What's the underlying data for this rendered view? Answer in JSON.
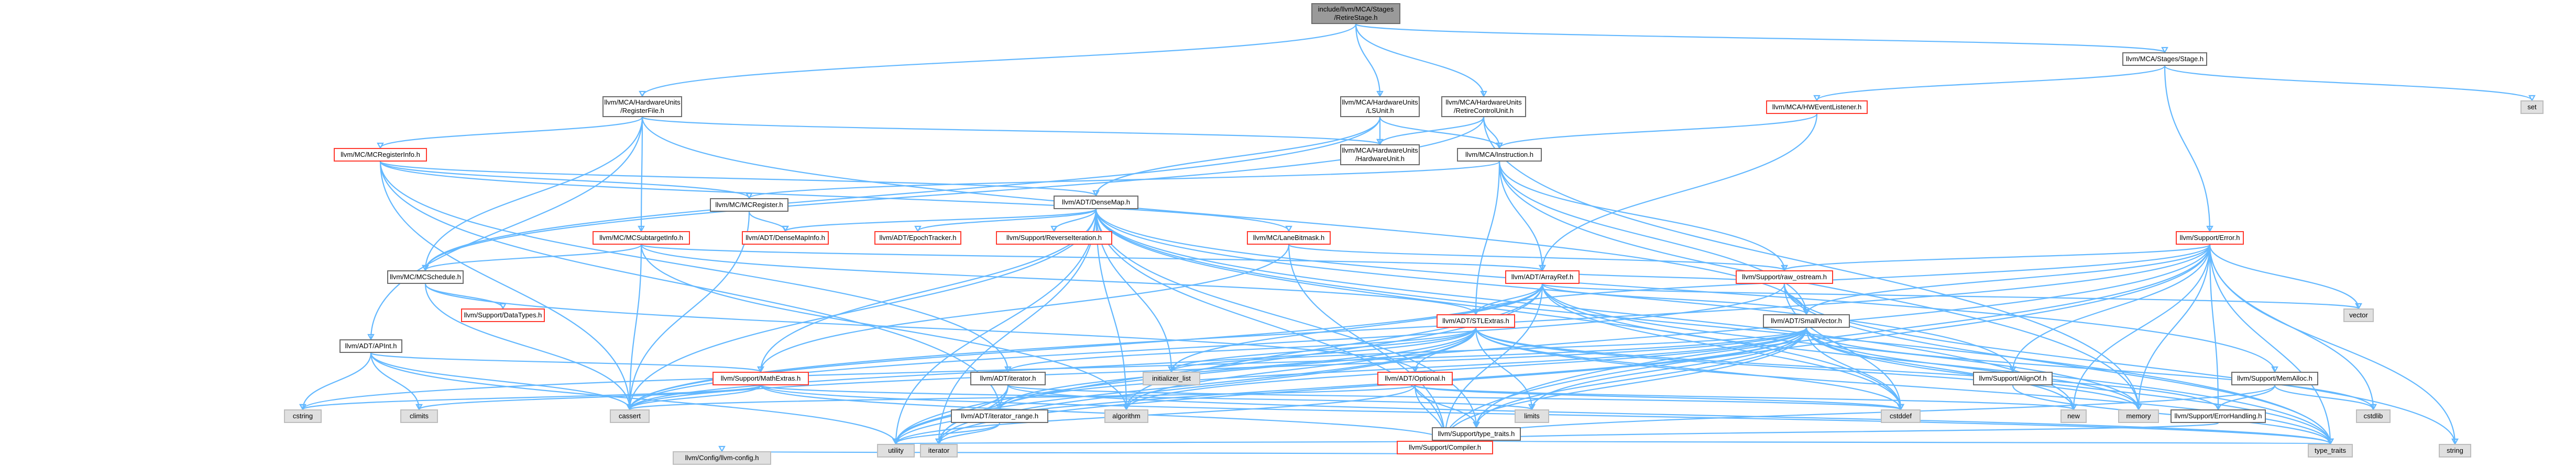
{
  "diagram": {
    "title": "include/llvm/MCA/Stages/RetireStage.h",
    "colors": {
      "edge": "#63b8ff",
      "node_border": "#6c6c6c",
      "red_border": "#ff3b30",
      "external_fill": "#e0e0e0",
      "root_fill": "#9a9a9a"
    },
    "nodes": [
      {
        "id": "root",
        "lines": [
          "include/llvm/MCA/Stages",
          "/RetireStage.h"
        ],
        "kind": "root"
      },
      {
        "id": "rf",
        "lines": [
          "llvm/MCA/HardwareUnits",
          "/RegisterFile.h"
        ],
        "kind": "normal"
      },
      {
        "id": "lsu",
        "lines": [
          "llvm/MCA/HardwareUnits",
          "/LSUnit.h"
        ],
        "kind": "normal"
      },
      {
        "id": "rcu",
        "lines": [
          "llvm/MCA/HardwareUnits",
          "/RetireControlUnit.h"
        ],
        "kind": "normal"
      },
      {
        "id": "stage",
        "lines": [
          "llvm/MCA/Stages/Stage.h"
        ],
        "kind": "normal"
      },
      {
        "id": "hwel",
        "lines": [
          "llvm/MCA/HWEventListener.h"
        ],
        "kind": "red"
      },
      {
        "id": "set",
        "lines": [
          "set"
        ],
        "kind": "ext"
      },
      {
        "id": "mcri",
        "lines": [
          "llvm/MC/MCRegisterInfo.h"
        ],
        "kind": "red"
      },
      {
        "id": "hu",
        "lines": [
          "llvm/MCA/HardwareUnits",
          "/HardwareUnit.h"
        ],
        "kind": "normal"
      },
      {
        "id": "instr",
        "lines": [
          "llvm/MCA/Instruction.h"
        ],
        "kind": "normal"
      },
      {
        "id": "mcreg",
        "lines": [
          "llvm/MC/MCRegister.h"
        ],
        "kind": "normal"
      },
      {
        "id": "densemap",
        "lines": [
          "llvm/ADT/DenseMap.h"
        ],
        "kind": "normal"
      },
      {
        "id": "error",
        "lines": [
          "llvm/Support/Error.h"
        ],
        "kind": "red"
      },
      {
        "id": "mcsti",
        "lines": [
          "llvm/MC/MCSubtargetInfo.h"
        ],
        "kind": "red"
      },
      {
        "id": "dmi",
        "lines": [
          "llvm/ADT/DenseMapInfo.h"
        ],
        "kind": "red"
      },
      {
        "id": "epoch",
        "lines": [
          "llvm/ADT/EpochTracker.h"
        ],
        "kind": "red"
      },
      {
        "id": "reviter",
        "lines": [
          "llvm/Support/ReverseIteration.h"
        ],
        "kind": "red"
      },
      {
        "id": "lanebm",
        "lines": [
          "llvm/MC/LaneBitmask.h"
        ],
        "kind": "red"
      },
      {
        "id": "sched",
        "lines": [
          "llvm/MC/MCSchedule.h"
        ],
        "kind": "normal"
      },
      {
        "id": "rawos",
        "lines": [
          "llvm/Support/raw_ostream.h"
        ],
        "kind": "red"
      },
      {
        "id": "arrayref",
        "lines": [
          "llvm/ADT/ArrayRef.h"
        ],
        "kind": "red"
      },
      {
        "id": "vector",
        "lines": [
          "vector"
        ],
        "kind": "ext"
      },
      {
        "id": "datatypes",
        "lines": [
          "llvm/Support/DataTypes.h"
        ],
        "kind": "red"
      },
      {
        "id": "apint",
        "lines": [
          "llvm/ADT/APInt.h"
        ],
        "kind": "normal"
      },
      {
        "id": "stlextras",
        "lines": [
          "llvm/ADT/STLExtras.h"
        ],
        "kind": "red"
      },
      {
        "id": "smallvec",
        "lines": [
          "llvm/ADT/SmallVector.h"
        ],
        "kind": "normal"
      },
      {
        "id": "mathext",
        "lines": [
          "llvm/Support/MathExtras.h"
        ],
        "kind": "red"
      },
      {
        "id": "iterator",
        "lines": [
          "llvm/ADT/iterator.h"
        ],
        "kind": "normal"
      },
      {
        "id": "optional",
        "lines": [
          "llvm/ADT/Optional.h"
        ],
        "kind": "red"
      },
      {
        "id": "initlist",
        "lines": [
          "initializer_list"
        ],
        "kind": "ext"
      },
      {
        "id": "alignof",
        "lines": [
          "llvm/Support/AlignOf.h"
        ],
        "kind": "normal"
      },
      {
        "id": "memalloc",
        "lines": [
          "llvm/Support/MemAlloc.h"
        ],
        "kind": "normal"
      },
      {
        "id": "cstring",
        "lines": [
          "cstring"
        ],
        "kind": "ext"
      },
      {
        "id": "climits",
        "lines": [
          "climits"
        ],
        "kind": "ext"
      },
      {
        "id": "cassert",
        "lines": [
          "cassert"
        ],
        "kind": "ext"
      },
      {
        "id": "iterrange",
        "lines": [
          "llvm/ADT/iterator_range.h"
        ],
        "kind": "normal"
      },
      {
        "id": "algorithm",
        "lines": [
          "algorithm"
        ],
        "kind": "ext"
      },
      {
        "id": "limits",
        "lines": [
          "limits"
        ],
        "kind": "ext"
      },
      {
        "id": "cstddef",
        "lines": [
          "cstddef"
        ],
        "kind": "ext"
      },
      {
        "id": "new",
        "lines": [
          "new"
        ],
        "kind": "ext"
      },
      {
        "id": "memory",
        "lines": [
          "memory"
        ],
        "kind": "ext"
      },
      {
        "id": "errhand",
        "lines": [
          "llvm/Support/ErrorHandling.h"
        ],
        "kind": "normal"
      },
      {
        "id": "cstdlib",
        "lines": [
          "cstdlib"
        ],
        "kind": "ext"
      },
      {
        "id": "typetraits",
        "lines": [
          "llvm/Support/type_traits.h"
        ],
        "kind": "normal"
      },
      {
        "id": "iterstd",
        "lines": [
          "iterator"
        ],
        "kind": "ext"
      },
      {
        "id": "utility",
        "lines": [
          "utility"
        ],
        "kind": "ext"
      },
      {
        "id": "compiler",
        "lines": [
          "llvm/Support/Compiler.h"
        ],
        "kind": "red"
      },
      {
        "id": "type_traits",
        "lines": [
          "type_traits"
        ],
        "kind": "ext"
      },
      {
        "id": "string",
        "lines": [
          "string"
        ],
        "kind": "ext"
      },
      {
        "id": "config",
        "lines": [
          "llvm/Config/llvm-config.h"
        ],
        "kind": "ext"
      }
    ],
    "edges": [
      [
        "root",
        "rf"
      ],
      [
        "root",
        "lsu"
      ],
      [
        "root",
        "rcu"
      ],
      [
        "root",
        "stage"
      ],
      [
        "rf",
        "hu"
      ],
      [
        "rf",
        "mcri"
      ],
      [
        "rf",
        "mcsti"
      ],
      [
        "rf",
        "sched"
      ],
      [
        "rf",
        "apint"
      ],
      [
        "rf",
        "smallvec"
      ],
      [
        "lsu",
        "hu"
      ],
      [
        "lsu",
        "instr"
      ],
      [
        "lsu",
        "densemap"
      ],
      [
        "lsu",
        "sched"
      ],
      [
        "rcu",
        "hu"
      ],
      [
        "rcu",
        "instr"
      ],
      [
        "rcu",
        "sched"
      ],
      [
        "rcu",
        "memory"
      ],
      [
        "stage",
        "hwel"
      ],
      [
        "stage",
        "error"
      ],
      [
        "stage",
        "set"
      ],
      [
        "hwel",
        "instr"
      ],
      [
        "hwel",
        "arrayref"
      ],
      [
        "instr",
        "mcreg"
      ],
      [
        "instr",
        "arrayref"
      ],
      [
        "instr",
        "stlextras"
      ],
      [
        "instr",
        "smallvec"
      ],
      [
        "instr",
        "rawos"
      ],
      [
        "instr",
        "memory"
      ],
      [
        "mcri",
        "mcreg"
      ],
      [
        "mcri",
        "lanebm"
      ],
      [
        "mcri",
        "densemap"
      ],
      [
        "mcri",
        "iterator"
      ],
      [
        "mcri",
        "iterrange"
      ],
      [
        "mcri",
        "cassert"
      ],
      [
        "mcri",
        "cstdint_dummy"
      ],
      [
        "mcreg",
        "dmi"
      ],
      [
        "mcreg",
        "cassert"
      ],
      [
        "densemap",
        "dmi"
      ],
      [
        "densemap",
        "epoch"
      ],
      [
        "densemap",
        "reviter"
      ],
      [
        "densemap",
        "alignof"
      ],
      [
        "densemap",
        "compiler"
      ],
      [
        "densemap",
        "mathext"
      ],
      [
        "densemap",
        "memalloc"
      ],
      [
        "densemap",
        "typetraits"
      ],
      [
        "densemap",
        "algorithm"
      ],
      [
        "densemap",
        "cassert"
      ],
      [
        "densemap",
        "cstddef"
      ],
      [
        "densemap",
        "initlist"
      ],
      [
        "densemap",
        "iterstd"
      ],
      [
        "densemap",
        "new"
      ],
      [
        "densemap",
        "type_traits"
      ],
      [
        "densemap",
        "utility"
      ],
      [
        "mcsti",
        "sched"
      ],
      [
        "mcsti",
        "arrayref"
      ],
      [
        "mcsti",
        "stlextras"
      ],
      [
        "mcsti",
        "algorithm"
      ],
      [
        "mcsti",
        "cassert"
      ],
      [
        "sched",
        "datatypes"
      ],
      [
        "sched",
        "optional"
      ],
      [
        "sched",
        "cassert"
      ],
      [
        "lanebm",
        "rawos"
      ],
      [
        "lanebm",
        "compiler"
      ],
      [
        "lanebm",
        "mathext"
      ],
      [
        "error",
        "rawos"
      ],
      [
        "error",
        "stlextras"
      ],
      [
        "error",
        "smallvec"
      ],
      [
        "error",
        "alignof"
      ],
      [
        "error",
        "compiler"
      ],
      [
        "error",
        "errhand"
      ],
      [
        "error",
        "typetraits"
      ],
      [
        "error",
        "cassert"
      ],
      [
        "error",
        "memory"
      ],
      [
        "error",
        "new"
      ],
      [
        "error",
        "string"
      ],
      [
        "error",
        "type_traits"
      ],
      [
        "error",
        "utility"
      ],
      [
        "error",
        "vector"
      ],
      [
        "error",
        "cstdlib"
      ],
      [
        "rawos",
        "arrayref"
      ],
      [
        "rawos",
        "smallvec"
      ],
      [
        "rawos",
        "cassert"
      ],
      [
        "rawos",
        "cstddef"
      ],
      [
        "rawos",
        "string"
      ],
      [
        "rawos",
        "type_traits"
      ],
      [
        "arrayref",
        "stlextras"
      ],
      [
        "arrayref",
        "smallvec"
      ],
      [
        "arrayref",
        "compiler"
      ],
      [
        "arrayref",
        "algorithm"
      ],
      [
        "arrayref",
        "cassert"
      ],
      [
        "arrayref",
        "cstddef"
      ],
      [
        "arrayref",
        "initlist"
      ],
      [
        "arrayref",
        "iterstd"
      ],
      [
        "arrayref",
        "memory"
      ],
      [
        "arrayref",
        "type_traits"
      ],
      [
        "arrayref",
        "vector"
      ],
      [
        "apint",
        "mathext"
      ],
      [
        "apint",
        "cassert"
      ],
      [
        "apint",
        "climits"
      ],
      [
        "apint",
        "cstring"
      ],
      [
        "apint",
        "utility"
      ],
      [
        "stlextras",
        "optional"
      ],
      [
        "stlextras",
        "iterator"
      ],
      [
        "stlextras",
        "iterrange"
      ],
      [
        "stlextras",
        "errhand"
      ],
      [
        "stlextras",
        "algorithm"
      ],
      [
        "stlextras",
        "cassert"
      ],
      [
        "stlextras",
        "cstddef"
      ],
      [
        "stlextras",
        "limits"
      ],
      [
        "stlextras",
        "memory"
      ],
      [
        "stlextras",
        "utility"
      ],
      [
        "stlextras",
        "initlist"
      ],
      [
        "stlextras",
        "iterstd"
      ],
      [
        "stlextras",
        "type_traits"
      ],
      [
        "smallvec",
        "compiler"
      ],
      [
        "smallvec",
        "typetraits"
      ],
      [
        "smallvec",
        "algorithm"
      ],
      [
        "smallvec",
        "cassert"
      ],
      [
        "smallvec",
        "cstddef"
      ],
      [
        "smallvec",
        "cstdlib"
      ],
      [
        "smallvec",
        "cstring"
      ],
      [
        "smallvec",
        "initlist"
      ],
      [
        "smallvec",
        "iterstd"
      ],
      [
        "smallvec",
        "limits"
      ],
      [
        "smallvec",
        "memory"
      ],
      [
        "smallvec",
        "new"
      ],
      [
        "smallvec",
        "type_traits"
      ],
      [
        "smallvec",
        "utility"
      ],
      [
        "smallvec",
        "iterrange"
      ],
      [
        "mathext",
        "compiler"
      ],
      [
        "mathext",
        "cassert"
      ],
      [
        "mathext",
        "climits"
      ],
      [
        "mathext",
        "cstring"
      ],
      [
        "mathext",
        "limits"
      ],
      [
        "mathext",
        "type_traits"
      ],
      [
        "iterator",
        "iterrange"
      ],
      [
        "iterator",
        "cstddef"
      ],
      [
        "iterator",
        "iterstd"
      ],
      [
        "iterator",
        "type_traits"
      ],
      [
        "iterator",
        "utility"
      ],
      [
        "iterrange",
        "iterstd"
      ],
      [
        "iterrange",
        "utility"
      ],
      [
        "optional",
        "compiler"
      ],
      [
        "optional",
        "typetraits"
      ],
      [
        "optional",
        "cassert"
      ],
      [
        "optional",
        "new"
      ],
      [
        "optional",
        "utility"
      ],
      [
        "optional",
        "cstddef"
      ],
      [
        "alignof",
        "type_traits"
      ],
      [
        "memalloc",
        "compiler"
      ],
      [
        "memalloc",
        "errhand"
      ],
      [
        "memalloc",
        "cstdlib"
      ],
      [
        "errhand",
        "compiler"
      ],
      [
        "typetraits",
        "compiler"
      ],
      [
        "typetraits",
        "type_traits"
      ],
      [
        "typetraits",
        "utility"
      ],
      [
        "compiler",
        "config"
      ]
    ]
  }
}
